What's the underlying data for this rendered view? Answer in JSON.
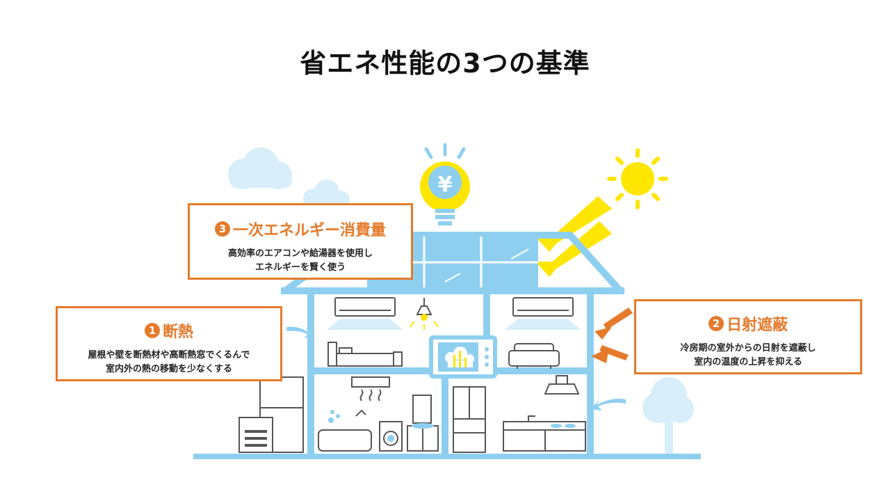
{
  "title": "省エネ性能の3つの基準",
  "callouts": [
    {
      "num": "3",
      "heading": "一次エネルギー消費量",
      "lines": [
        "高効率のエアコンや給湯器を使用し",
        "エネルギーを賢く使う"
      ]
    },
    {
      "num": "1",
      "heading": "断熱",
      "lines": [
        "屋根や壁を断熱材や高断熱窓でくるんで",
        "室内外の熱の移動を少なくする"
      ]
    },
    {
      "num": "2",
      "heading": "日射遮蔽",
      "lines": [
        "冷房期の室外からの日射を遮蔽し",
        "室内の温度の上昇を抑える"
      ]
    }
  ],
  "icons": {
    "bulb_symbol": "¥"
  },
  "colors": {
    "accent": "#E57A2B",
    "house": "#8ECFF0",
    "sun": "#FFE600",
    "line": "#555555"
  }
}
